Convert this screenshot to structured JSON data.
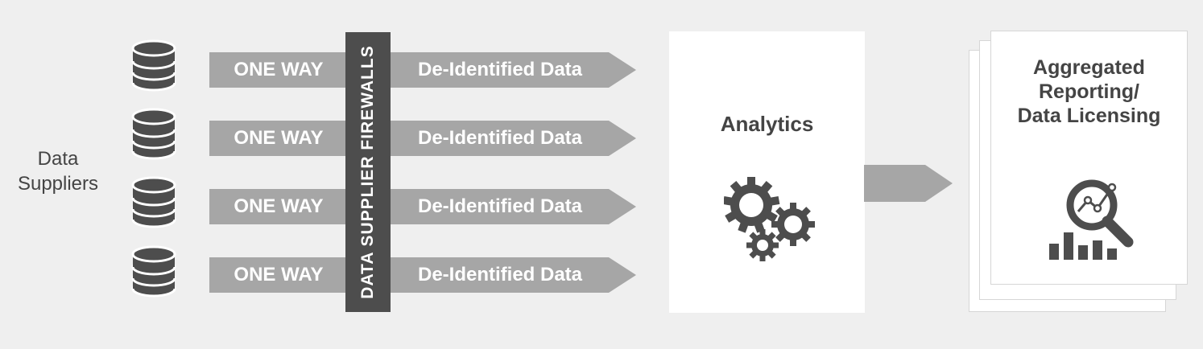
{
  "suppliers": {
    "label": "Data\nSuppliers"
  },
  "rows": [
    {
      "one_way": "ONE WAY",
      "data": "De-Identified Data"
    },
    {
      "one_way": "ONE WAY",
      "data": "De-Identified Data"
    },
    {
      "one_way": "ONE WAY",
      "data": "De-Identified Data"
    },
    {
      "one_way": "ONE WAY",
      "data": "De-Identified Data"
    }
  ],
  "firewall": {
    "label": "DATA SUPPLIER FIREWALLS"
  },
  "analytics": {
    "title": "Analytics",
    "icon": "gears-icon"
  },
  "report": {
    "title": "Aggregated\nReporting/\nData Licensing",
    "icon": "magnifier-chart-icon"
  },
  "colors": {
    "arrow": "#a6a6a6",
    "dark": "#4d4d4d",
    "background": "#efefef",
    "card": "#ffffff"
  }
}
